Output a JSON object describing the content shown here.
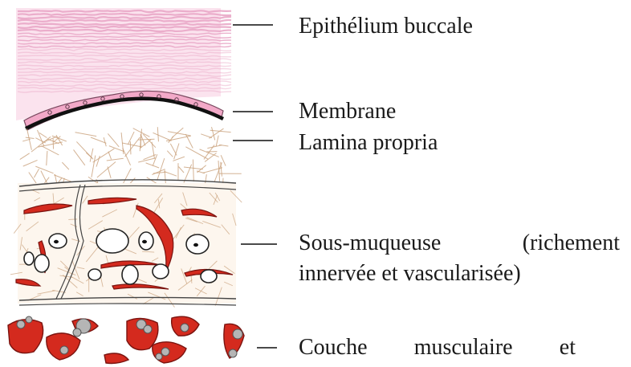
{
  "labels": {
    "epithelium": "Epithélium buccale",
    "membrane": "Membrane",
    "lamina": "Lamina propria",
    "submucosa_line1": [
      "Sous-muqueuse",
      "(richement"
    ],
    "submucosa_line2": "innervée et vascularisée)",
    "muscle_line1": [
      "Couche",
      "musculaire",
      "et"
    ]
  },
  "colors": {
    "epithelium": "#e8a3c4",
    "membrane_cells": "#f2a9c8",
    "basement": "#111111",
    "connective_fibers": "#c9a07a",
    "vessels": "#d42a1e",
    "cells": "#ffffff",
    "muscle": "#d42a1e",
    "muscle_nuclei": "#b5b5b5",
    "leader": "#4a4a4a"
  }
}
